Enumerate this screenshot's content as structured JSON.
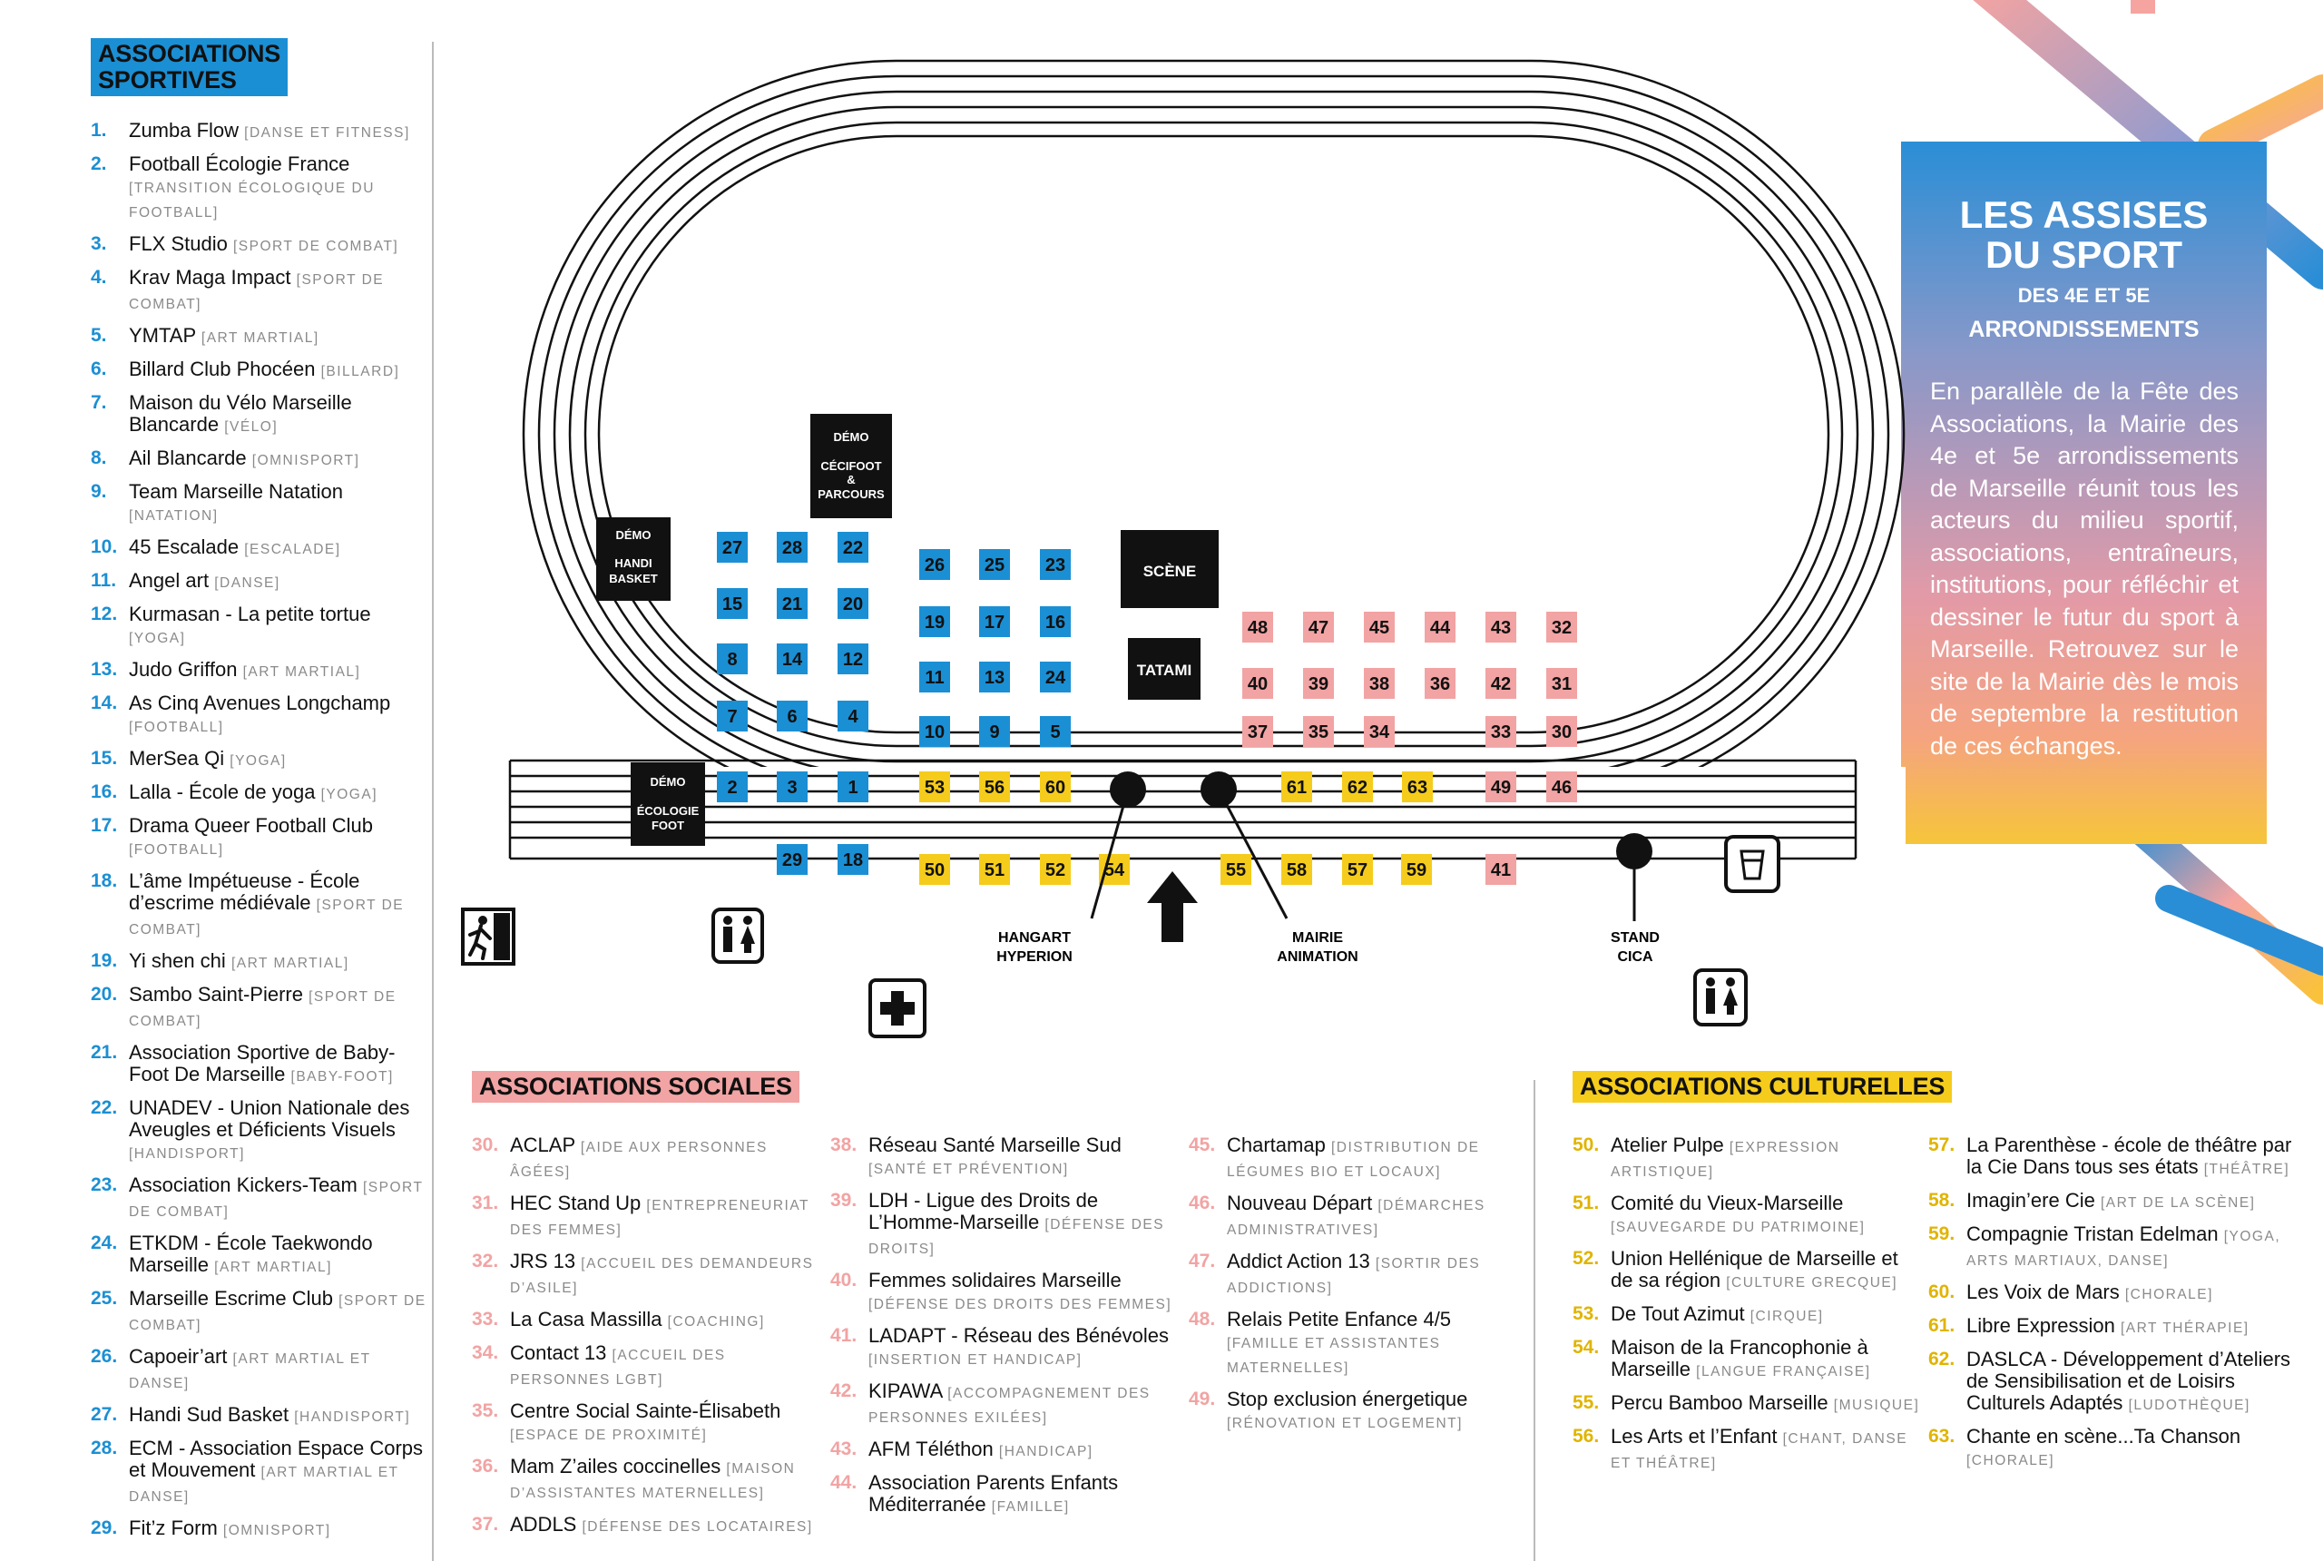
{
  "sportives": {
    "title_line1": "ASSOCIATIONS",
    "title_line2": "SPORTIVES",
    "items": [
      {
        "num": "1.",
        "name": "Zumba Flow",
        "cat": "[danse et fitness]"
      },
      {
        "num": "2.",
        "name": "Football Écologie France",
        "cat": "[transition écologique du football]"
      },
      {
        "num": "3.",
        "name": "FLX Studio",
        "cat": "[sport de combat]"
      },
      {
        "num": "4.",
        "name": "Krav Maga Impact",
        "cat": "[sport de combat]"
      },
      {
        "num": "5.",
        "name": "YMTAP",
        "cat": "[art martial]"
      },
      {
        "num": "6.",
        "name": "Billard Club Phocéen",
        "cat": "[billard]"
      },
      {
        "num": "7.",
        "name": "Maison du Vélo Marseille Blancarde",
        "cat": "[vélo]"
      },
      {
        "num": "8.",
        "name": "Ail Blancarde",
        "cat": "[omnisport]"
      },
      {
        "num": "9.",
        "name": "Team Marseille Natation",
        "cat": "[natation]"
      },
      {
        "num": "10.",
        "name": "45 Escalade",
        "cat": "[escalade]"
      },
      {
        "num": "11.",
        "name": "Angel art",
        "cat": "[danse]"
      },
      {
        "num": "12.",
        "name": "Kurmasan - La petite tortue",
        "cat": "[yoga]"
      },
      {
        "num": "13.",
        "name": "Judo Griffon",
        "cat": "[art martial]"
      },
      {
        "num": "14.",
        "name": "As Cinq Avenues Longchamp",
        "cat": "[football]"
      },
      {
        "num": "15.",
        "name": "MerSea Qi",
        "cat": "[yoga]"
      },
      {
        "num": "16.",
        "name": "Lalla - École de yoga",
        "cat": "[yoga]"
      },
      {
        "num": "17.",
        "name": "Drama Queer Football Club",
        "cat": "[football]"
      },
      {
        "num": "18.",
        "name": "L’âme Impétueuse - École d’escrime médiévale",
        "cat": "[sport de combat]"
      },
      {
        "num": "19.",
        "name": "Yi shen chi",
        "cat": "[art martial]"
      },
      {
        "num": "20.",
        "name": "Sambo Saint-Pierre",
        "cat": "[sport de combat]"
      },
      {
        "num": "21.",
        "name": "Association Sportive de Baby-Foot De Marseille",
        "cat": "[baby-foot]"
      },
      {
        "num": "22.",
        "name": "UNADEV - Union Nationale des Aveugles et Déficients Visuels",
        "cat": "[handisport]"
      },
      {
        "num": "23.",
        "name": "Association Kickers-Team",
        "cat": "[sport de combat]"
      },
      {
        "num": "24.",
        "name": "ETKDM - École Taekwondo Marseille",
        "cat": "[art martial]"
      },
      {
        "num": "25.",
        "name": "Marseille Escrime Club",
        "cat": "[sport de combat]"
      },
      {
        "num": "26.",
        "name": "Capoeir’art",
        "cat": "[art martial et danse]"
      },
      {
        "num": "27.",
        "name": "Handi Sud Basket",
        "cat": "[handisport]"
      },
      {
        "num": "28.",
        "name": "ECM - Association Espace Corps et Mouvement",
        "cat": "[art martial et danse]"
      },
      {
        "num": "29.",
        "name": "Fit’z Form",
        "cat": "[omnisport]"
      }
    ]
  },
  "sociales": {
    "title": "ASSOCIATIONS SOCIALES",
    "col1": [
      {
        "num": "30.",
        "name": "ACLAP",
        "cat": "[aide aux personnes âgées]"
      },
      {
        "num": "31.",
        "name": "HEC Stand Up",
        "cat": "[entrepreneuriat des femmes]"
      },
      {
        "num": "32.",
        "name": "JRS 13",
        "cat": "[accueil des demandeurs d’asile]"
      },
      {
        "num": "33.",
        "name": "La Casa Massilla",
        "cat": "[coaching]"
      },
      {
        "num": "34.",
        "name": "Contact 13",
        "cat": "[accueil des personnes LGBT]"
      },
      {
        "num": "35.",
        "name": "Centre Social Sainte-Élisabeth",
        "cat": "[espace de proximité]"
      },
      {
        "num": "36.",
        "name": "Mam Z’ailes coccinelles",
        "cat": "[maison d’assistantes maternelles]"
      },
      {
        "num": "37.",
        "name": "ADDLS",
        "cat": "[défense des locataires]"
      }
    ],
    "col2": [
      {
        "num": "38.",
        "name": "Réseau Santé Marseille Sud",
        "cat": "[santé et prévention]"
      },
      {
        "num": "39.",
        "name": "LDH - Ligue des Droits de L’Homme-Marseille",
        "cat": "[défense des droits]"
      },
      {
        "num": "40.",
        "name": "Femmes solidaires Marseille",
        "cat": "[défense des droits des femmes]"
      },
      {
        "num": "41.",
        "name": "LADAPT - Réseau des Bénévoles",
        "cat": "[insertion et handicap]"
      },
      {
        "num": "42.",
        "name": "KIPAWA",
        "cat": "[accompagnement des personnes exilées]"
      },
      {
        "num": "43.",
        "name": "AFM Téléthon",
        "cat": "[handicap]"
      },
      {
        "num": "44.",
        "name": "Association Parents Enfants Méditerranée",
        "cat": "[famille]"
      }
    ],
    "col3": [
      {
        "num": "45.",
        "name": "Chartamap",
        "cat": "[distribution de légumes bio et locaux]"
      },
      {
        "num": "46.",
        "name": "Nouveau Départ",
        "cat": "[démarches administratives]"
      },
      {
        "num": "47.",
        "name": "Addict Action 13",
        "cat": "[sortir des addictions]"
      },
      {
        "num": "48.",
        "name": "Relais Petite Enfance 4/5",
        "cat": "[famille et assistantes maternelles]"
      },
      {
        "num": "49.",
        "name": "Stop exclusion énergetique",
        "cat": "[rénovation et logement]"
      }
    ]
  },
  "culturelles": {
    "title": "ASSOCIATIONS CULTURELLES",
    "col1": [
      {
        "num": "50.",
        "name": "Atelier Pulpe",
        "cat": "[expression artistique]"
      },
      {
        "num": "51.",
        "name": "Comité du Vieux-Marseille",
        "cat": "[sauvegarde du patrimoine]"
      },
      {
        "num": "52.",
        "name": "Union Hellénique de Marseille et de sa région",
        "cat": "[culture grecque]"
      },
      {
        "num": "53.",
        "name": "De Tout Azimut",
        "cat": "[cirque]"
      },
      {
        "num": "54.",
        "name": "Maison de la Francophonie à Marseille",
        "cat": "[langue française]"
      },
      {
        "num": "55.",
        "name": "Percu Bamboo Marseille",
        "cat": "[musique]"
      },
      {
        "num": "56.",
        "name": "Les Arts et l’Enfant",
        "cat": "[chant, danse et théâtre]"
      }
    ],
    "col2": [
      {
        "num": "57.",
        "name": "La Parenthèse - école de théâtre par la Cie Dans tous ses états",
        "cat": "[théâtre]"
      },
      {
        "num": "58.",
        "name": "Imagin’ere Cie",
        "cat": "[art de la scène]"
      },
      {
        "num": "59.",
        "name": "Compagnie Tristan Edelman",
        "cat": "[yoga, arts martiaux, danse]"
      },
      {
        "num": "60.",
        "name": " Les Voix de Mars",
        "cat": "[chorale]"
      },
      {
        "num": "61.",
        "name": "Libre Expression",
        "cat": "[art thérapie]"
      },
      {
        "num": "62.",
        "name": "DASLCA - Développement d’Ateliers de Sensibilisation et de Loisirs Culturels Adaptés",
        "cat": "[ludothèque]"
      },
      {
        "num": "63.",
        "name": "Chante en scène...Ta Chanson",
        "cat": "[chorale]"
      }
    ]
  },
  "intro": {
    "title1": "LES ASSISES",
    "title2": "DU SPORT",
    "sub1": "DES 4E ET 5E",
    "sub2": "ARRONDISSEMENTS",
    "body": "En parallèle de la Fête des Associations, la Mairie des 4e et 5e arrondissements de Marseille réunit tous les acteurs du milieu sportif, associations, entraîneurs, institutions, pour réfléchir et dessiner le futur du sport à Marseille. Retrouvez sur le site de la Mairie dès le mois de septembre la restitution de ces échanges."
  },
  "map": {
    "stands_blue": [
      "27",
      "28",
      "22",
      "15",
      "21",
      "20",
      "8",
      "14",
      "12",
      "7",
      "6",
      "4",
      "2",
      "3",
      "1",
      "29",
      "18",
      "26",
      "25",
      "23",
      "19",
      "17",
      "16",
      "11",
      "13",
      "24",
      "10",
      "9",
      "5"
    ],
    "stands_yellow": [
      "53",
      "56",
      "60",
      "61",
      "62",
      "63",
      "50",
      "51",
      "52",
      "54",
      "55",
      "58",
      "57",
      "59"
    ],
    "stands_pink": [
      "48",
      "47",
      "45",
      "44",
      "43",
      "32",
      "40",
      "39",
      "38",
      "36",
      "42",
      "31",
      "37",
      "35",
      "34",
      "33",
      "30",
      "49",
      "46",
      "41"
    ],
    "demo_handi": [
      "DÉMO",
      "HANDI",
      "BASKET"
    ],
    "demo_cecifoot": [
      "DÉMO",
      "CÉCIFOOT",
      "&",
      "PARCOURS"
    ],
    "demo_ecologie": [
      "DÉMO",
      "ÉCOLOGIE",
      "FOOT"
    ],
    "scene": "SCÈNE",
    "tatami": "TATAMI",
    "hangart": [
      "HANGART",
      "HYPERION"
    ],
    "mairie": [
      "MAIRIE",
      "ANIMATION"
    ],
    "stand_cica": [
      "STAND",
      "CICA"
    ]
  },
  "colors": {
    "blue": "#1b8fd4",
    "yellow": "#f5cc1b",
    "pink": "#f2a3a3"
  }
}
